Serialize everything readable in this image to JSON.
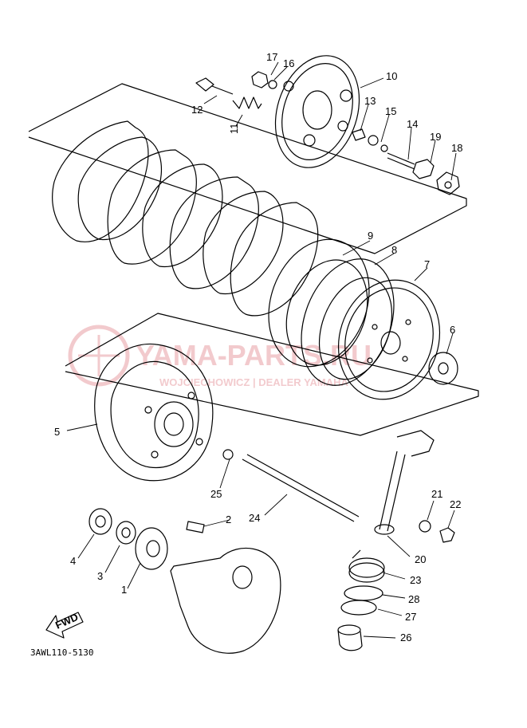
{
  "diagram": {
    "reference_code": "3AWL110-5130",
    "fwd_label": "FWD",
    "watermark": {
      "logo_text": "YAMA-PARTS.RU",
      "sub_text": "WOJCIECHOWICZ | DEALER YAMAHA"
    },
    "colors": {
      "ink": "#000000",
      "watermark": "#e8a0a6",
      "background": "#ffffff"
    },
    "callouts": [
      {
        "id": "callout-1",
        "num": "1"
      },
      {
        "id": "callout-2",
        "num": "2"
      },
      {
        "id": "callout-3",
        "num": "3"
      },
      {
        "id": "callout-4",
        "num": "4"
      },
      {
        "id": "callout-5",
        "num": "5"
      },
      {
        "id": "callout-6",
        "num": "6"
      },
      {
        "id": "callout-7",
        "num": "7"
      },
      {
        "id": "callout-8",
        "num": "8"
      },
      {
        "id": "callout-9",
        "num": "9"
      },
      {
        "id": "callout-10",
        "num": "10"
      },
      {
        "id": "callout-11",
        "num": "11"
      },
      {
        "id": "callout-12",
        "num": "12"
      },
      {
        "id": "callout-13",
        "num": "13"
      },
      {
        "id": "callout-14",
        "num": "14"
      },
      {
        "id": "callout-15",
        "num": "15"
      },
      {
        "id": "callout-16",
        "num": "16"
      },
      {
        "id": "callout-17",
        "num": "17"
      },
      {
        "id": "callout-18",
        "num": "18"
      },
      {
        "id": "callout-19",
        "num": "19"
      },
      {
        "id": "callout-20",
        "num": "20"
      },
      {
        "id": "callout-21",
        "num": "21"
      },
      {
        "id": "callout-22",
        "num": "22"
      },
      {
        "id": "callout-23",
        "num": "23"
      },
      {
        "id": "callout-24",
        "num": "24"
      },
      {
        "id": "callout-25",
        "num": "25"
      },
      {
        "id": "callout-26",
        "num": "26"
      },
      {
        "id": "callout-27",
        "num": "27"
      },
      {
        "id": "callout-28",
        "num": "28"
      }
    ]
  }
}
